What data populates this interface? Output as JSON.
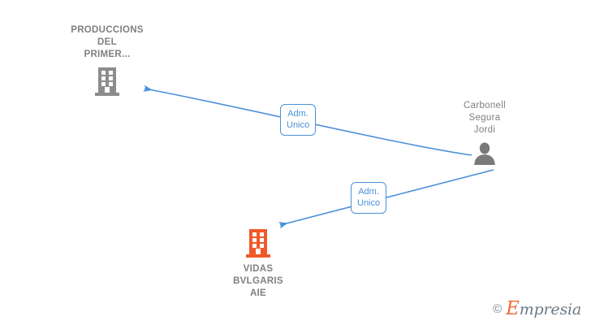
{
  "diagram": {
    "type": "org-relationship-graph",
    "background_color": "#ffffff",
    "nodes": [
      {
        "id": "producciones",
        "kind": "company",
        "icon": "building-icon",
        "label": "PRODUCCIONS\nDEL\nPRIMER...",
        "label_position": "above",
        "color": "#878787",
        "label_color": "#808080"
      },
      {
        "id": "vidas",
        "kind": "company",
        "icon": "building-icon",
        "label": "VIDAS\nBVLGARIS\nAIE",
        "label_position": "below",
        "color": "#f1592a",
        "label_color": "#808080"
      },
      {
        "id": "carbonell",
        "kind": "person",
        "icon": "person-icon",
        "label": "Carbonell\nSegura\nJordi",
        "label_position": "above",
        "color": "#7a7a7a",
        "label_color": "#808080"
      }
    ],
    "edges": [
      {
        "id": "edge-top",
        "from": "carbonell",
        "to": "producciones",
        "label": "Adm.\nUnico",
        "color": "#4a90d9",
        "arrow": "to"
      },
      {
        "id": "edge-bottom",
        "from": "carbonell",
        "to": "vidas",
        "label": "Adm.\nUnico",
        "color": "#4a90d9",
        "arrow": "to"
      }
    ]
  },
  "watermark": {
    "copyright_symbol": "©",
    "brand_initial": "E",
    "brand_rest": "mpresia",
    "brand_color": "#ef6b33",
    "text_color": "#6a7b88"
  }
}
